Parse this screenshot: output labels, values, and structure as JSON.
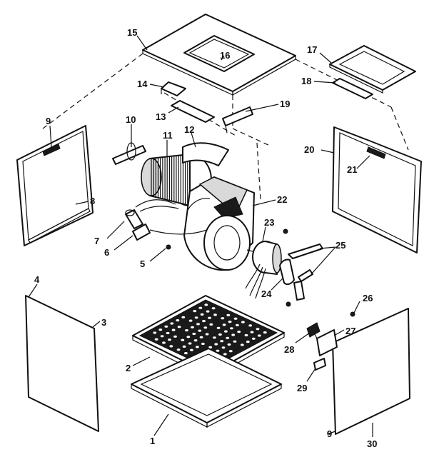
{
  "callouts": [
    {
      "id": "c1",
      "text": "1"
    },
    {
      "id": "c2",
      "text": "2"
    },
    {
      "id": "c3",
      "text": "3"
    },
    {
      "id": "c4",
      "text": "4"
    },
    {
      "id": "c5",
      "text": "5"
    },
    {
      "id": "c6",
      "text": "6"
    },
    {
      "id": "c7",
      "text": "7"
    },
    {
      "id": "c8",
      "text": "8"
    },
    {
      "id": "c9a",
      "text": "9"
    },
    {
      "id": "c9b",
      "text": "9"
    },
    {
      "id": "c10",
      "text": "10"
    },
    {
      "id": "c11",
      "text": "11"
    },
    {
      "id": "c12",
      "text": "12"
    },
    {
      "id": "c13",
      "text": "13"
    },
    {
      "id": "c14",
      "text": "14"
    },
    {
      "id": "c15",
      "text": "15"
    },
    {
      "id": "c16",
      "text": "16"
    },
    {
      "id": "c17",
      "text": "17"
    },
    {
      "id": "c18",
      "text": "18"
    },
    {
      "id": "c19",
      "text": "19"
    },
    {
      "id": "c20",
      "text": "20"
    },
    {
      "id": "c21",
      "text": "21"
    },
    {
      "id": "c22",
      "text": "22"
    },
    {
      "id": "c23",
      "text": "23"
    },
    {
      "id": "c24",
      "text": "24"
    },
    {
      "id": "c25",
      "text": "25"
    },
    {
      "id": "c26",
      "text": "26"
    },
    {
      "id": "c27",
      "text": "27"
    },
    {
      "id": "c28",
      "text": "28"
    },
    {
      "id": "c29",
      "text": "29"
    },
    {
      "id": "c30",
      "text": "30"
    }
  ],
  "colors": {
    "line": "#111111",
    "background": "#ffffff"
  }
}
